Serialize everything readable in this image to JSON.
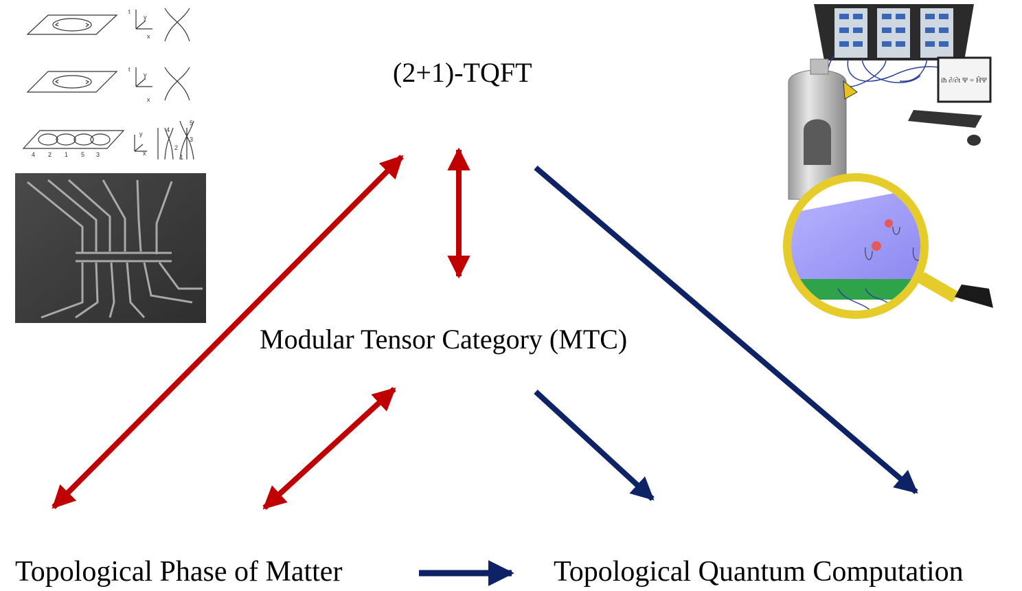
{
  "nodes": {
    "tqft": "(2+1)-TQFT",
    "mtc": "Modular Tensor Category (MTC)",
    "phase": "Topological Phase of Matter",
    "computation": "Topological Quantum Computation"
  },
  "braid_axes": {
    "t": "t",
    "x": "x",
    "y": "y"
  },
  "braid_numbers_bottom": [
    "4",
    "2",
    "1",
    "5",
    "3"
  ],
  "braid_numbers_strands": [
    "4",
    "5",
    "2",
    "3",
    "1"
  ],
  "illustration_formula": "iħ ∂/∂t Ψ = ĤΨ",
  "colors": {
    "equivalence_arrow": "#c00000",
    "implication_arrow": "#0d2366",
    "text": "#000000"
  }
}
